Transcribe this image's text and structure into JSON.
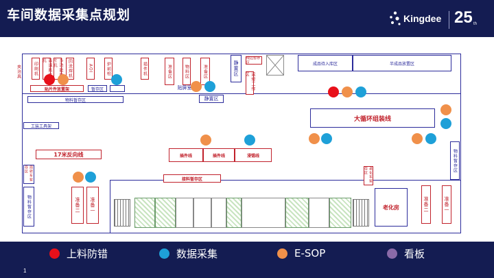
{
  "header": {
    "title": "车间数据采集点规划",
    "logo_text": "Kingdee",
    "logo_number": "25",
    "logo_suffix": "th"
  },
  "legend": [
    {
      "label": "上料防错",
      "color": "#e8101a"
    },
    {
      "label": "数据采集",
      "color": "#1ea0d8"
    },
    {
      "label": "E-SOP",
      "color": "#f0904a"
    },
    {
      "label": "看板",
      "color": "#8a6aa8"
    }
  ],
  "page_number": "1",
  "colors": {
    "navy": "#141c52",
    "wall": "#2a2a9a",
    "label_red": "#c0202a"
  },
  "plan": {
    "small_labels": {
      "l1": "印刷机",
      "l2": "高速贴片机",
      "l3": "多功能贴片机",
      "l4": "回流焊机",
      "l5": "AOI",
      "l6": "炉前检",
      "l7": "插件机",
      "l8": "准备区",
      "l9": "准备区",
      "l10": "物料区",
      "l11": "静置区",
      "l12": "线边暂存区",
      "l13": "返修工作区",
      "l14": "夹治具"
    },
    "zones": {
      "smt_shelf": "贴片件放置架",
      "temp_store": "暂存区",
      "material_temp": "物料暂存区",
      "mounting_room": "贴屏室",
      "static_zone": "静置区",
      "finished_pending": "成品待入库区",
      "semi_finished": "半成品放置区",
      "fixtures": "工装工具架",
      "big_line": "大循环组装线",
      "line17": "17米反向线",
      "insert1": "插件线",
      "insert2": "插件线",
      "insert3": "浸锡线",
      "material_temp_right": "物料暂存区",
      "tools_temp": "周转车暂存区",
      "tools_temp2": "物料暂存区",
      "prep2_left": "准备二",
      "prep1_left": "准备一",
      "prep2_right": "准备二",
      "prep1_right": "准备一",
      "aging_room": "老化房",
      "aging_temp": "老化车暂存区",
      "bottom_mid": "接料暂存区"
    }
  }
}
